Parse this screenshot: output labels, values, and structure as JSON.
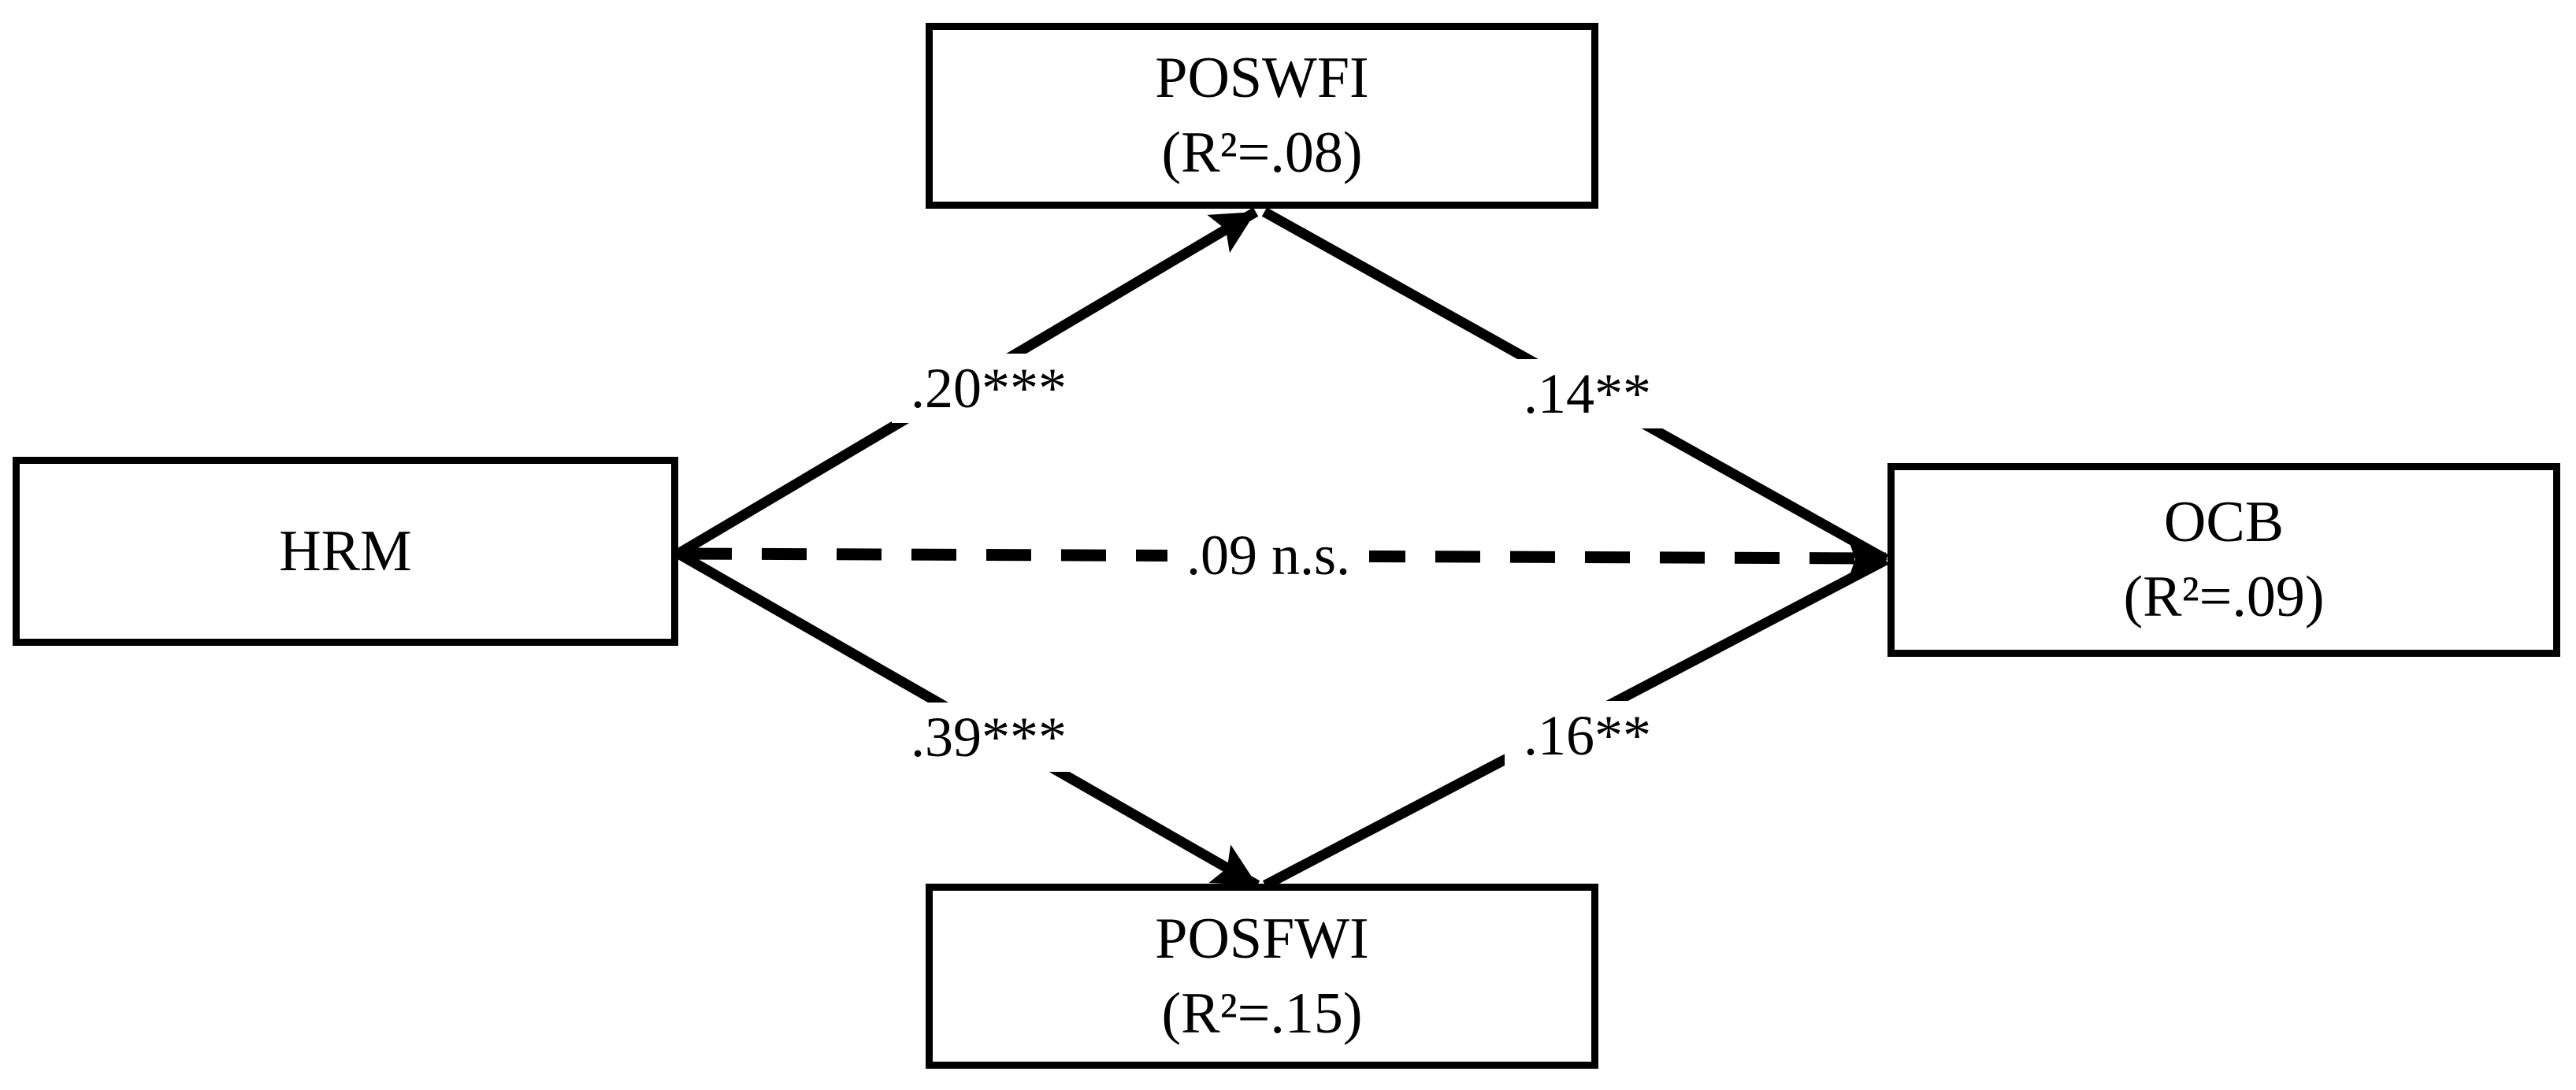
{
  "figure": {
    "type": "structural-path-model",
    "background_color": "#ffffff",
    "line_color": "#000000",
    "nodes": {
      "hrm": {
        "label": "HRM"
      },
      "poswfi": {
        "label": "POSWFI",
        "r2": "(R²=.08)"
      },
      "ocb": {
        "label": "OCB",
        "r2": "(R²=.09)"
      },
      "posfwi": {
        "label": "POSFWI",
        "r2": "(R²=.15)"
      }
    },
    "edges": [
      {
        "from": "HRM",
        "to": "POSWFI",
        "label": ".20***",
        "style": "solid"
      },
      {
        "from": "POSWFI",
        "to": "OCB",
        "label": ".14**",
        "style": "solid"
      },
      {
        "from": "HRM",
        "to": "OCB",
        "label": ".09 n.s.",
        "style": "dashed"
      },
      {
        "from": "HRM",
        "to": "POSFWI",
        "label": ".39***",
        "style": "solid"
      },
      {
        "from": "POSFWI",
        "to": "OCB",
        "label": ".16**",
        "style": "solid"
      }
    ]
  }
}
